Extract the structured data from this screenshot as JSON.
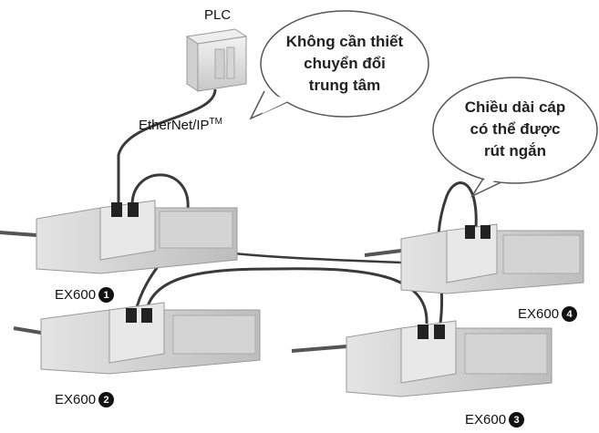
{
  "plc": {
    "label": "PLC"
  },
  "network": {
    "label": "EtherNet/IP",
    "trademark": "TM"
  },
  "callouts": [
    {
      "lines": [
        "Không cần thiết",
        "chuyển đổi",
        "trung tâm"
      ]
    },
    {
      "lines": [
        "Chiều dài cáp",
        "có thể được",
        "rút ngắn"
      ]
    }
  ],
  "units": [
    {
      "name": "EX600",
      "number": "1"
    },
    {
      "name": "EX600",
      "number": "2"
    },
    {
      "name": "EX600",
      "number": "3"
    },
    {
      "name": "EX600",
      "number": "4"
    }
  ],
  "colors": {
    "badge": "#111111",
    "cable": "#3a3a3a",
    "device": "#d9d9d9"
  }
}
